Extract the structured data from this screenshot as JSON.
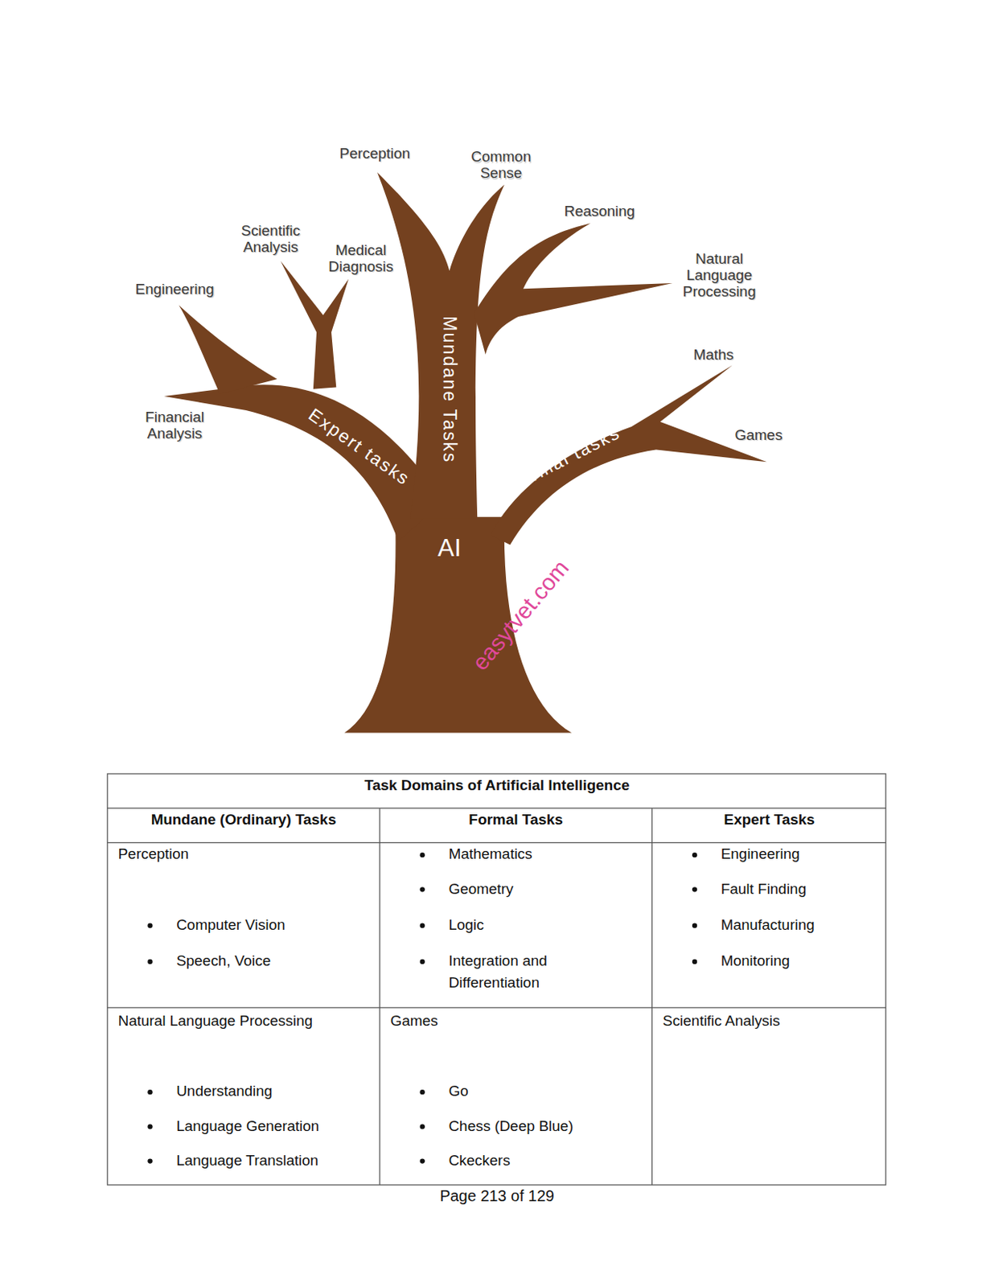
{
  "diagram": {
    "labels": [
      "Perception",
      "Common Sense",
      "Reasoning",
      "Natural Language Processing",
      "Maths",
      "Games",
      "Engineering",
      "Scientific Analysis",
      "Medical Diagnosis",
      "Financial Analysis",
      "Expert tasks",
      "Mundane Tasks",
      "Formal tasks",
      "AI",
      "easytvet.com",
      "Task Domains of Artificial Intelligence",
      "Mundane (Ordinary) Tasks",
      "Formal Tasks",
      "Expert Tasks",
      "Perception",
      "Computer Vision",
      "Speech, Voice",
      "Mathematics",
      "Geometry",
      "Logic",
      "Integration and Differentiation",
      "Engineering",
      "Fault Finding",
      "Manufacturing",
      "Monitoring",
      "Natural Language Processing",
      "Understanding",
      "Language Generation",
      "Language Translation",
      "Games",
      "Go",
      "Chess (Deep Blue)",
      "Ckeckers",
      "Scientific Analysis",
      "Page 213 of 129"
    ]
  }
}
